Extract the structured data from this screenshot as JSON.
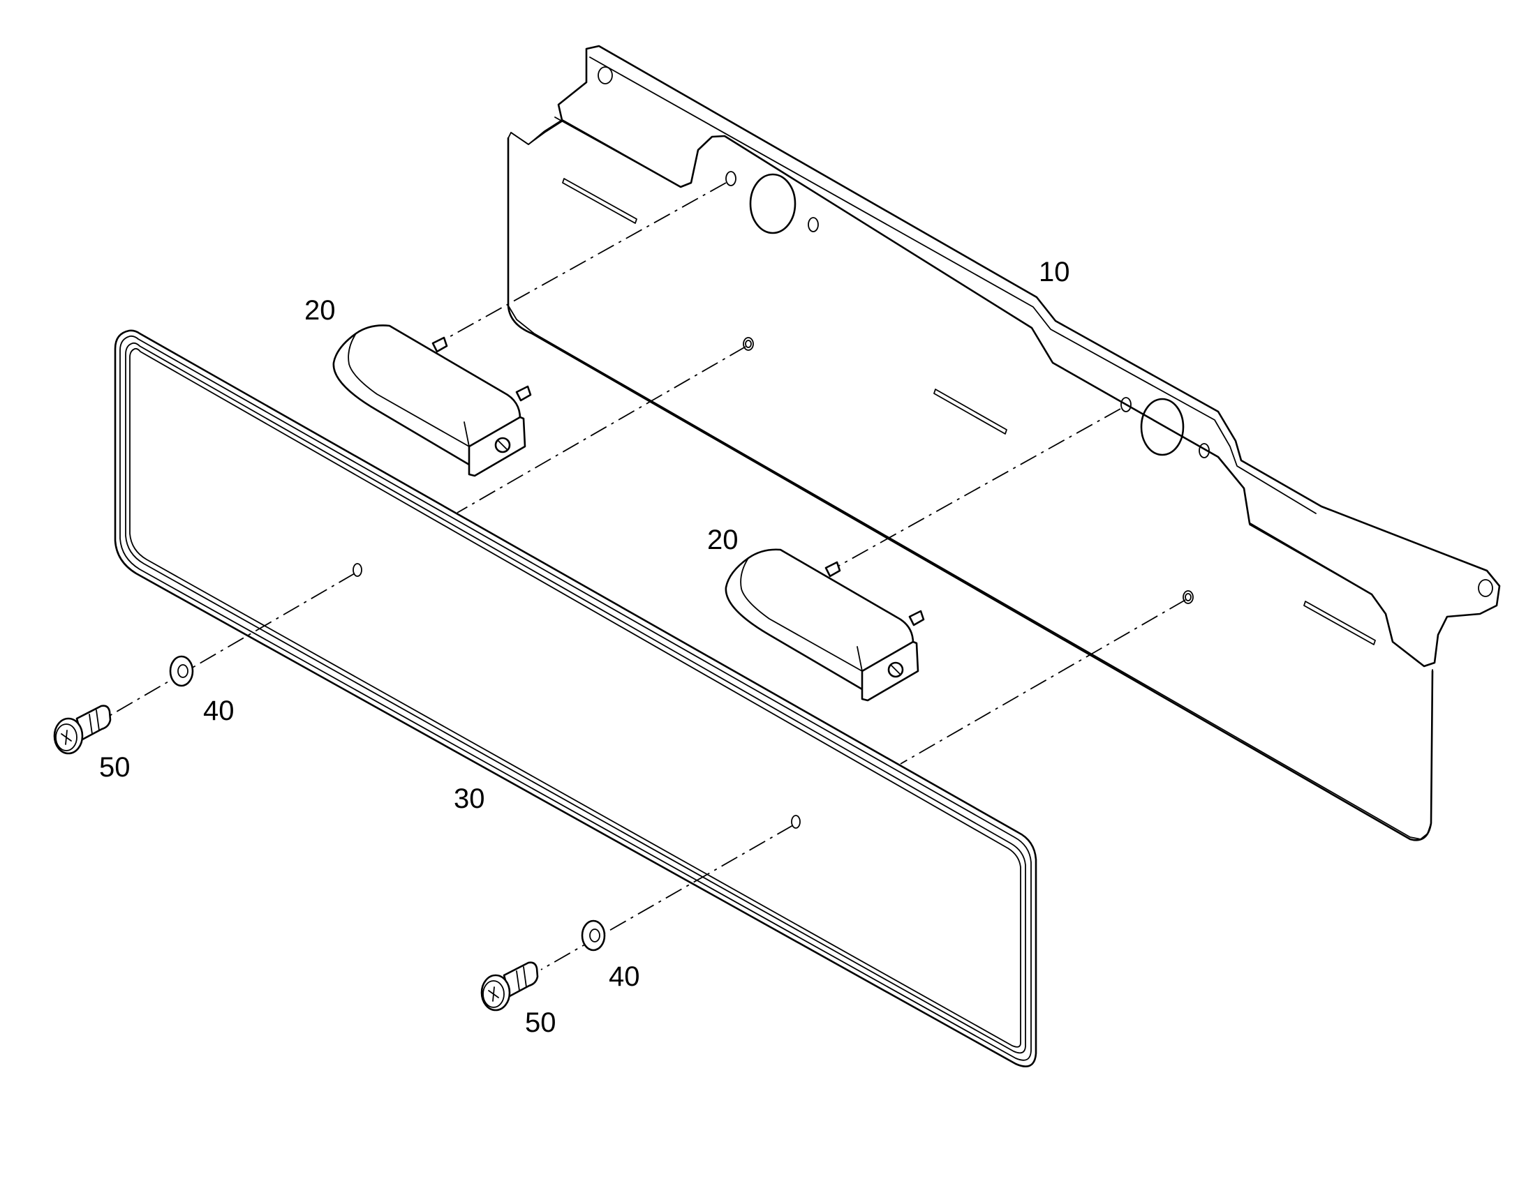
{
  "labels": {
    "bracket": "10",
    "lamp_left": "20",
    "lamp_right": "20",
    "plate": "30",
    "washer_left": "40",
    "washer_right": "40",
    "screw_left": "50",
    "screw_right": "50"
  }
}
